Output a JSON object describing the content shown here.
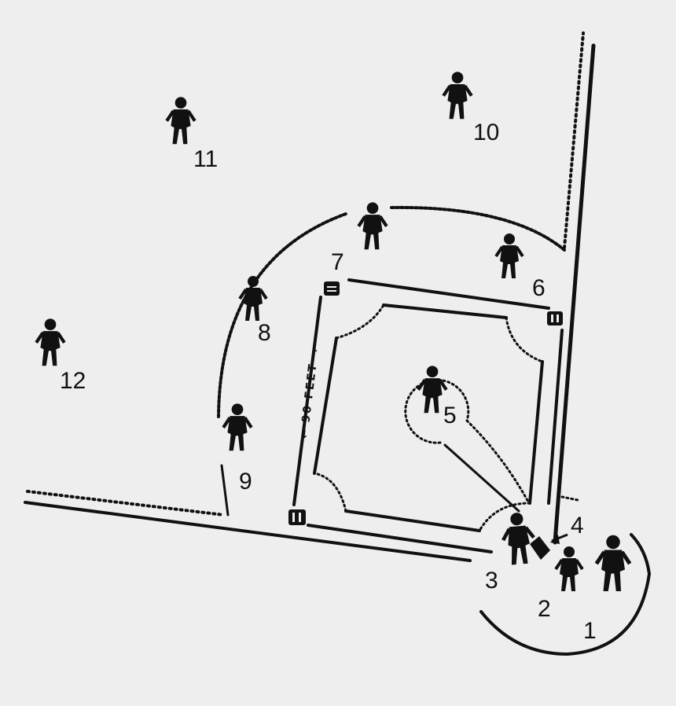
{
  "diagram": {
    "background": "#eeeeee",
    "ink": "#111111",
    "distance_label": "← 90 FEET →",
    "player_labels": {
      "p1": "1",
      "p2": "2",
      "p3": "3",
      "p4": "4",
      "p5": "5",
      "p6": "6",
      "p7": "7",
      "p8": "8",
      "p9": "9",
      "p10": "10",
      "p11": "11",
      "p12": "12"
    }
  }
}
